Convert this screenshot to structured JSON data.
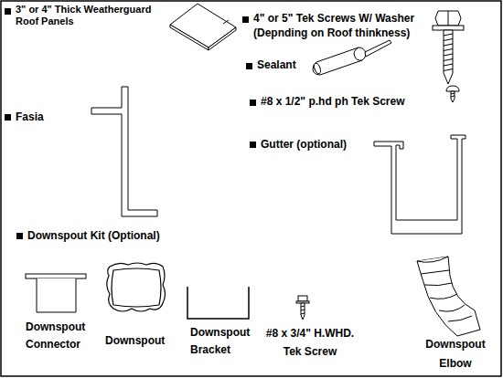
{
  "diagram": {
    "labels": [
      "3\" or 4\" Thick Weatherguard Roof Panels",
      "4\" or 5\" Tek Screws W/ Washer (Depnding on Roof thinkness)",
      "Sealant",
      "#8 x 1/2\" p.hd ph Tek Screw",
      "Fasia",
      "Gutter (optional)",
      "Downspout Kit (Optional)",
      "Downspout Connector",
      "Downspout",
      "Downspout Bracket",
      "#8 x 3/4\" H.WHD. Tek Screw",
      "Downspout Elbow"
    ]
  }
}
